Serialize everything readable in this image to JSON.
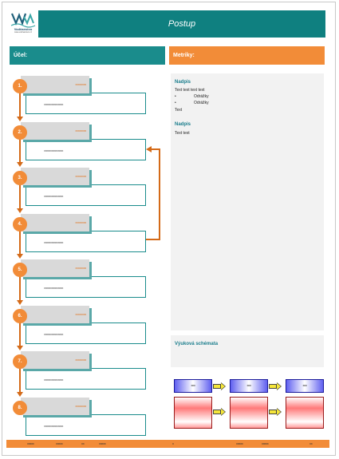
{
  "header": {
    "logo_name": "Vodňanstvo",
    "logo_subtitle": "www.vodnanstvo.cz",
    "title": "Postup"
  },
  "sections": {
    "purpose_label": "Účel:",
    "metrics_label": "Metriky:"
  },
  "steps": [
    {
      "number": "1.",
      "code": "xxxxxxxx",
      "body_code": "xxxxxxxxxxxxxxx"
    },
    {
      "number": "2.",
      "code": "xxxxxxxx",
      "body_code": "xxxxxxxxxxxxxxx"
    },
    {
      "number": "3.",
      "code": "xxxxxxxx",
      "body_code": "xxxxxxxxxxxxxxx"
    },
    {
      "number": "4.",
      "code": "xxxxxxxx",
      "body_code": "xxxxxxxxxxxxxxx"
    },
    {
      "number": "5.",
      "code": "xxxxxxxx",
      "body_code": "xxxxxxxxxxxxxxx"
    },
    {
      "number": "6.",
      "code": "xxxxxxxx",
      "body_code": "xxxxxxxxxxxxxxx"
    },
    {
      "number": "7.",
      "code": "xxxxxxxx",
      "body_code": "xxxxxxxxxxxxxxx"
    },
    {
      "number": "8.",
      "code": "xxxxxxxx",
      "body_code": "xxxxxxxxxxxxxxx"
    }
  ],
  "metrics_panel": {
    "heading1": "Nadpis",
    "text1": "Text text text text",
    "bullet1": "Odrážky",
    "bullet2": "Odrážky",
    "text2": "Text",
    "heading2": "Nadpis",
    "text3": "Text text"
  },
  "teaching": {
    "heading": "Výuková schémata",
    "box_code": "xxx"
  },
  "footer": {
    "codes": [
      "xxxxx",
      "xxxxx",
      "xx",
      "xxxxx",
      "x",
      "xxxxx",
      "xxxxx",
      "xx"
    ]
  },
  "colors": {
    "teal": "#0f8080",
    "orange": "#f28c38",
    "connector": "#d46a18",
    "panel_grey": "#f2f2f2"
  }
}
